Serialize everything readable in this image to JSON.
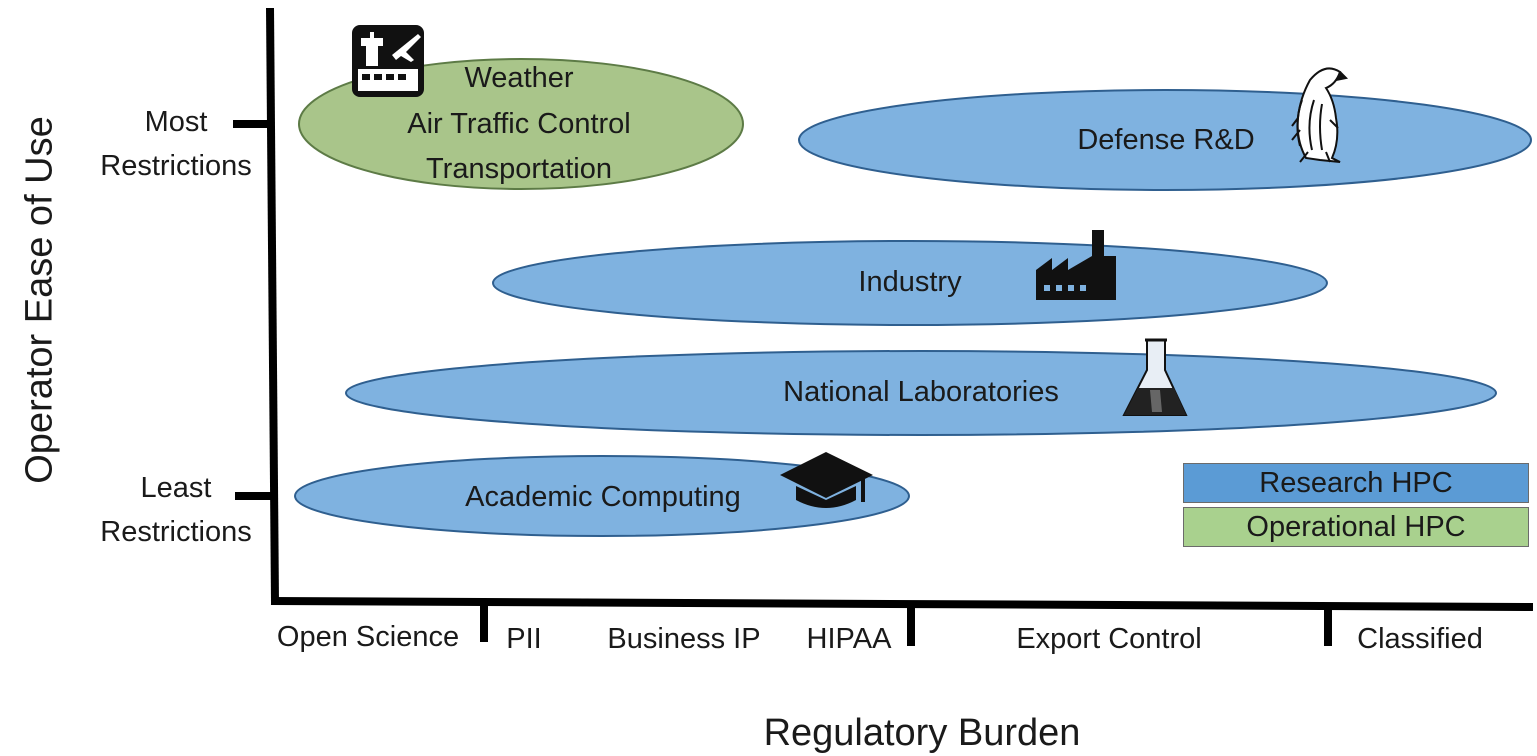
{
  "axes": {
    "y_title": "Operator Ease of Use",
    "x_title": "Regulatory Burden",
    "y_levels": [
      {
        "label_line1": "Most",
        "label_line2": "Restrictions"
      },
      {
        "label_line1": "Least",
        "label_line2": "Restrictions"
      }
    ],
    "x_categories": [
      "Open Science",
      "PII",
      "Business IP",
      "HIPAA",
      "Export Control",
      "Classified"
    ]
  },
  "regions": [
    {
      "id": "weather",
      "kind": "Operational HPC",
      "lines": [
        "Weather",
        "Air Traffic Control",
        "Transportation"
      ],
      "icon": "airport-tower-airplane-icon"
    },
    {
      "id": "defense",
      "kind": "Research HPC",
      "lines": [
        "Defense R&D"
      ],
      "icon": "eagle-icon"
    },
    {
      "id": "industry",
      "kind": "Research HPC",
      "lines": [
        "Industry"
      ],
      "icon": "factory-icon"
    },
    {
      "id": "national-labs",
      "kind": "Research HPC",
      "lines": [
        "National Laboratories"
      ],
      "icon": "flask-icon"
    },
    {
      "id": "academic",
      "kind": "Research HPC",
      "lines": [
        "Academic Computing"
      ],
      "icon": "graduation-cap-icon"
    }
  ],
  "legend": [
    {
      "label": "Research HPC",
      "color": "#5b9bd5"
    },
    {
      "label": "Operational HPC",
      "color": "#a9d18e"
    }
  ],
  "colors": {
    "research_fill": "#7fb2e0",
    "operational_fill": "#a9c58a",
    "ellipse_stroke": "#2f5f8f",
    "axis": "#000000"
  }
}
